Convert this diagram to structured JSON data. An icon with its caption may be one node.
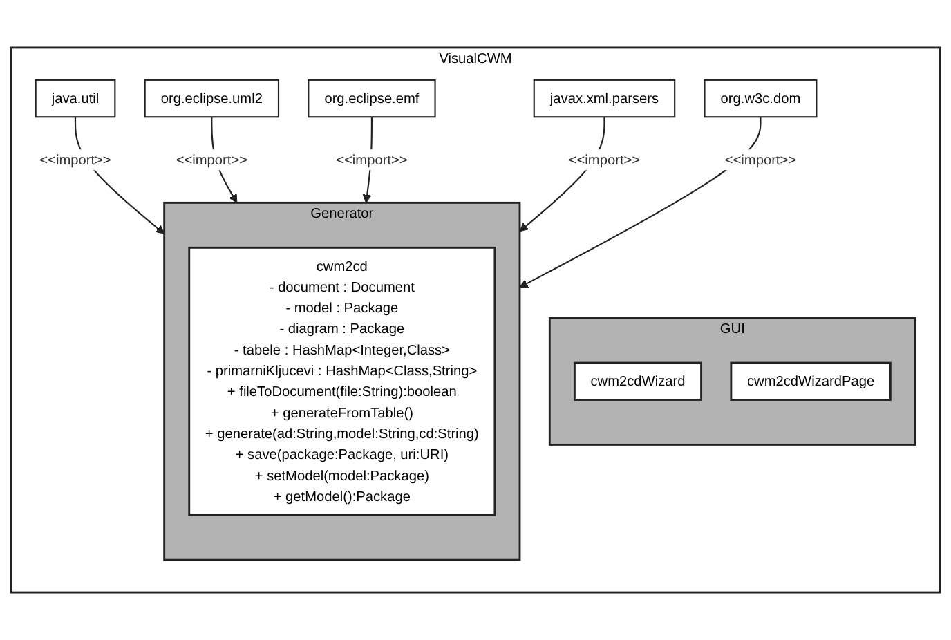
{
  "diagram": {
    "nodes": [
      {
        "text": [
          "VisualCWM"
        ]
      },
      {
        "text": [
          "GUI"
        ],
        "in": 0
      },
      {
        "text": [
          "cwm2cdWizard"
        ],
        "in": 1
      },
      {
        "text": [
          "cwm2cdWizardPage"
        ],
        "in": 1
      },
      {
        "text": [
          "Generator"
        ],
        "in": 0
      },
      {
        "text": [
          "cwm2cd",
          "- document : Document",
          "- model : Package",
          "- diagram : Package",
          "- tabele : HashMap<Integer,Class>",
          "- primarniKljucevi : HashMap<Class,String>",
          "+ fileToDocument(file:String):boolean",
          "+ generateFromTable()",
          "+ generate(ad:String,model:String,cd:String)",
          "+ save(package:Package, uri:URI)",
          "+ setModel(model:Package)",
          "+ getModel():Package"
        ],
        "in": 4
      },
      {
        "text": [
          "java.util"
        ],
        "in": 0
      },
      {
        "text": [
          "org.eclipse.uml2"
        ],
        "in": 0
      },
      {
        "text": [
          "org.eclipse.emf"
        ],
        "in": 0
      },
      {
        "text": [
          "javax.xml.parsers"
        ],
        "in": 0
      },
      {
        "text": [
          "org.w3c.dom"
        ],
        "in": 0
      }
    ],
    "edges": [
      {
        "from": 6,
        "to": 4,
        "arrow": "to",
        "label": "<<import>>"
      },
      {
        "from": 7,
        "to": 4,
        "arrow": "to",
        "label": "<<import>>"
      },
      {
        "from": 8,
        "to": 4,
        "arrow": "to",
        "label": "<<import>>"
      },
      {
        "from": 9,
        "to": 4,
        "arrow": "to",
        "label": "<<import>>"
      },
      {
        "from": 10,
        "to": 4,
        "arrow": "to",
        "label": "<<import>>"
      }
    ]
  }
}
